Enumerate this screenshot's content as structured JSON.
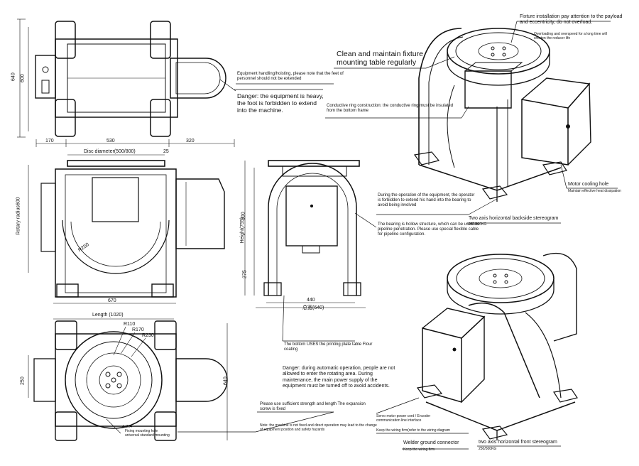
{
  "dimensions": {
    "d640": "640",
    "d600": "600",
    "d170": "170",
    "d530": "530",
    "d320": "320",
    "disc": "Disc diameter(500/800)",
    "d25": "25",
    "rotary": "Rotary radius600",
    "r250": "R250",
    "d670": "670",
    "d300": "300",
    "height": "Height(755)",
    "d275": "275",
    "d440": "440",
    "total_width": "总宽(640)",
    "length": "Length (1020)",
    "r110": "R110",
    "r170": "R170",
    "r230": "R230",
    "d250": "250",
    "d640b": "640"
  },
  "notes": {
    "fixture_install": "Fixture installation pay attention to the payload and eccentricity, do not overload.",
    "overload": "Overloading and overspeed for a long time will shorten the reducer life",
    "clean": "Clean and maintain fixture mounting table regularly",
    "handling": "Equipment handling/hoisting, please note that the feet of personnel should not be extended",
    "danger_heavy": "Danger: the equipment is heavy, the foot is forbidden to extend into the machine.",
    "conductive": "Conductive ring construction: the conductive ring must be insulated from the bottom frame",
    "motor_cooling": "Motor cooling hole",
    "heat": "Maintain effective heat dissipation",
    "operation": "During the operation of the equipment, the operator is forbidden to extend his hand into the bearing to avoid being involved",
    "backside_title": "Two axis horizontal backside stereogram",
    "backside_sub": "250/500KG",
    "bearing_hollow": "The bearing is hollow structure, which can be used as pipeline penetration. Please use special flexible cable for pipeline configuration.",
    "bottom_plate": "The bottom USES the printing plate table Flour coating",
    "danger_auto": "Danger: during automatic operation, people are not allowed to enter the rotating area. During maintenance, the main power supply of the equipment must be turned off to avoid accidents.",
    "strength": "Please use sufficient strength and length The expansion screw is fixed",
    "servo_cord": "Servo motor power cord / Encoder communication line interface",
    "wiring": "Keep the wiring firm(refer to the wiring diagram",
    "welder": "Welder ground connector",
    "keep_firm": "Keep the wiring firm",
    "front_title": "two axis horizontal front stereogram",
    "front_sub": "250/500KG",
    "not_fixed": "Note: the machine is not fixed and direct operation may lead to the change of equipment position and safety hazards",
    "hole_label": "4-Ø14",
    "hole_sub1": "Fixing mounting hole",
    "hole_sub2": "universal standard mounting"
  }
}
